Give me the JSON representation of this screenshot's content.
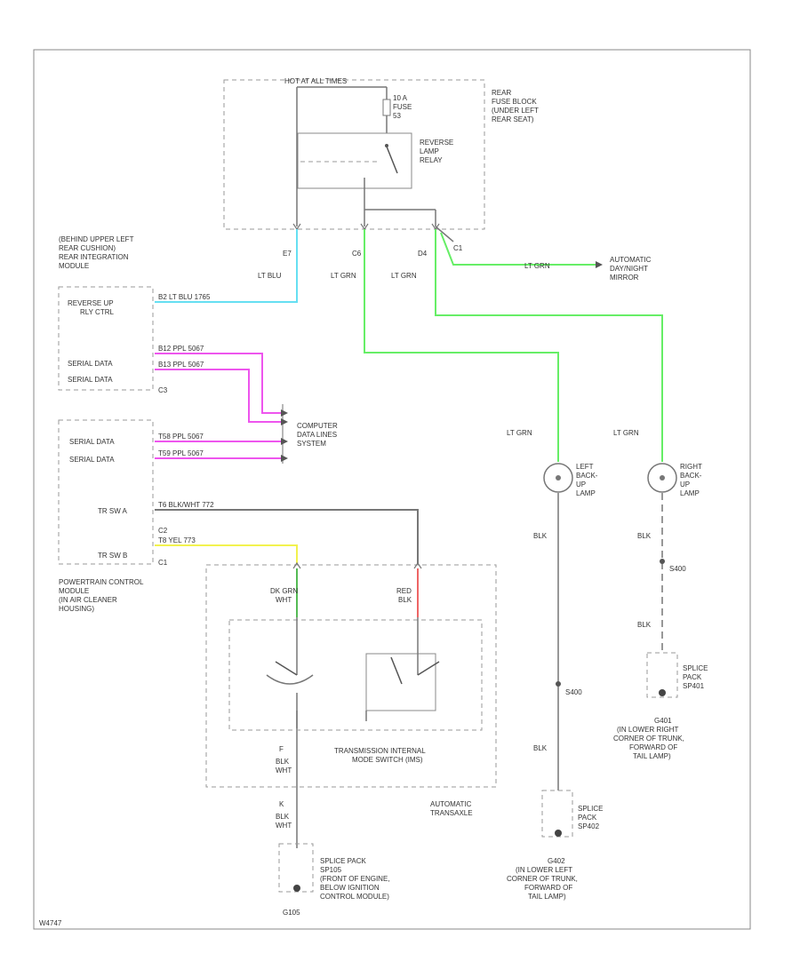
{
  "colors": {
    "lt_blu": "#66dff2",
    "ppl": "#ee55ee",
    "lt_grn": "#66ee66",
    "yel": "#f2f24e",
    "red": "#ee6666",
    "dk_grn": "#55bb55",
    "wire": "#777777"
  },
  "fuse_block": {
    "hot_label": "HOT AT ALL TIMES",
    "fuse_lines": [
      "10 A",
      "FUSE",
      "53"
    ],
    "relay_lines": [
      "REVERSE",
      "LAMP",
      "RELAY"
    ],
    "location_lines": [
      "REAR",
      "FUSE BLOCK",
      "(UNDER LEFT",
      "REAR SEAT)"
    ],
    "pin_e7": "E7",
    "pin_c6": "C6",
    "pin_d4": "D4",
    "pin_c1": "C1"
  },
  "rim_location_lines": [
    "(BEHIND UPPER LEFT",
    "REAR CUSHION)",
    "REAR INTEGRATION",
    "MODULE"
  ],
  "rim": {
    "rev_lines": [
      "REVERSE UP",
      "RLY CTRL"
    ],
    "serial1": "SERIAL DATA",
    "serial2": "SERIAL DATA",
    "conn": "C3"
  },
  "pcm": {
    "serial1": "SERIAL DATA",
    "serial2": "SERIAL DATA",
    "trs_a": "TR SW A",
    "trs_b": "TR SW B",
    "conn_c2": "C2",
    "conn_c1": "C1",
    "location_lines": [
      "POWERTRAIN CONTROL",
      "MODULE",
      "(IN AIR CLEANER",
      "HOUSING)"
    ]
  },
  "wire_labels": {
    "rim_rev": "B2 LT BLU 1765",
    "rim_s1": "B12 PPL 5067",
    "rim_s2": "B13 PPL 5067",
    "pcm_s1": "T58 PPL 5067",
    "pcm_s2": "T59 PPL 5067",
    "trs_a": "T6 BLK/WHT 772",
    "trs_b": "T8 YEL 773",
    "e7_color": "LT BLU",
    "c6_color": "LT GRN",
    "d4_color": "LT GRN",
    "auto_color": "LT GRN",
    "left_color": "LT GRN",
    "right_color": "LT GRN",
    "left_blk": "BLK",
    "right_blk": "BLK",
    "right_blk2": "BLK",
    "left_blk2": "BLK",
    "left_s400": "S400",
    "right_s400": "S400"
  },
  "computer_lines": [
    "COMPUTER",
    "DATA LINES",
    "SYSTEM"
  ],
  "auto_mirror_lines": [
    "AUTOMATIC",
    "DAY/NIGHT",
    "MIRROR"
  ],
  "left_lamp_lines": [
    "LEFT",
    "BACK-",
    "UP",
    "LAMP"
  ],
  "right_lamp_lines": [
    "RIGHT",
    "BACK-",
    "UP",
    "LAMP"
  ],
  "trans": {
    "dk_grn": [
      "DK GRN",
      "WHT"
    ],
    "red": [
      "RED",
      "BLK"
    ],
    "mode_switch_lines": [
      "TRANSMISSION INTERNAL",
      "MODE SWITCH (IMS)"
    ],
    "trans_lines": [
      "AUTOMATIC",
      "TRANSAXLE"
    ],
    "pin_f_label": "F",
    "blk_wht": [
      "BLK",
      "WHT"
    ],
    "pin_k_label": "K",
    "blk_wht2": [
      "BLK",
      "WHT"
    ]
  },
  "splice_center": {
    "lines": [
      "SPLICE PACK",
      "SP105",
      "(FRONT OF ENGINE,",
      "BELOW IGNITION",
      "CONTROL MODULE)"
    ],
    "ground": "G105"
  },
  "splice_right": {
    "lines": [
      "SPLICE",
      "PACK",
      "SP401"
    ],
    "ground_lines": [
      "G401",
      "(IN LOWER RIGHT",
      "CORNER OF TRUNK,",
      "FORWARD OF",
      "TAIL LAMP)"
    ]
  },
  "splice_left": {
    "lines": [
      "SPLICE",
      "PACK",
      "SP402"
    ],
    "ground_lines": [
      "G402",
      "(IN LOWER LEFT",
      "CORNER OF TRUNK,",
      "FORWARD OF",
      "TAIL LAMP)"
    ]
  },
  "footer_code": "W4747"
}
